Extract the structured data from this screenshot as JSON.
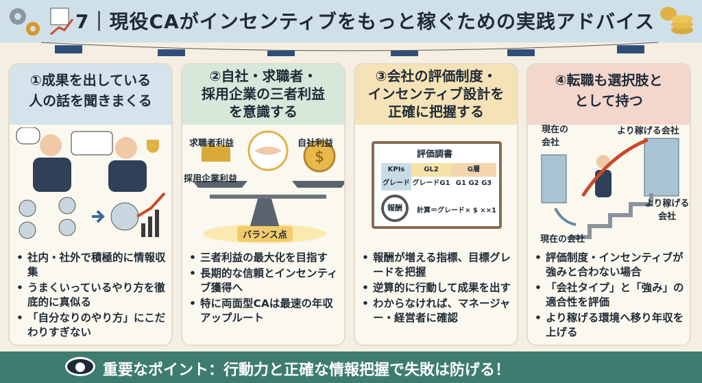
{
  "header": {
    "title": "7｜現役CAがインセンティブをもっと稼ぐための実践アドバイス"
  },
  "cards": [
    {
      "title_lines": [
        "①成果を出している",
        "人の話を聞きまくる"
      ],
      "header_color": "#d4e3ec",
      "points": [
        "社内・社外で積極的に情報収集",
        "うまくいっているやり方を徹底的に真似る",
        "「自分なりのやり方」にこだわりすぎない"
      ]
    },
    {
      "title_lines": [
        "②自社・求職者・",
        "採用企業の三者利益",
        "を意識する"
      ],
      "header_color": "#d6e8da",
      "labels": {
        "job_seeker": "求職者利益",
        "company": "自社利益",
        "client": "採用企業利益",
        "balance": "バランス点"
      },
      "points": [
        "三者利益の最大化を目指す",
        "長期的な信頼とインセンティブ獲得へ",
        "特に両面型CAは最速の年収アップルート"
      ]
    },
    {
      "title_lines": [
        "③会社の評価制度・",
        "インセンティブ設計を",
        "正確に把握する"
      ],
      "header_color": "#f5e2b6",
      "doc": {
        "title": "評価調書",
        "kpis": "KPIs",
        "gl2": "GL2",
        "g": "G層",
        "grade": "グレード",
        "grade_g1": "グレードG1",
        "g1": "G1",
        "g2": "G2",
        "g3": "G3",
        "reward": "報酬",
        "formula": "計算＝グレード× $ ××1"
      },
      "points": [
        "報酬が増える指標、目標グレードを把握",
        "逆算的に行動して成果を出す",
        "わからなければ、マネージャー・経営者に確認"
      ]
    },
    {
      "title_lines": [
        "④転職も選択肢と",
        "として持つ"
      ],
      "header_color": "#f3d6cc",
      "labels": {
        "current_top": "現在の会社",
        "better_top": "より稼げる会社",
        "better_mid": "より稼げる会社",
        "current_bottom": "現在の会社"
      },
      "points": [
        "評価制度・インセンティブが強みと合わない場合",
        "「会社タイプ」と「強み」の適合性を評価",
        "より稼げる環境へ移り年収を上げる"
      ]
    }
  ],
  "banner": {
    "text": "重要なポイント：行動力と正確な情報把握で失敗は防げる！"
  }
}
